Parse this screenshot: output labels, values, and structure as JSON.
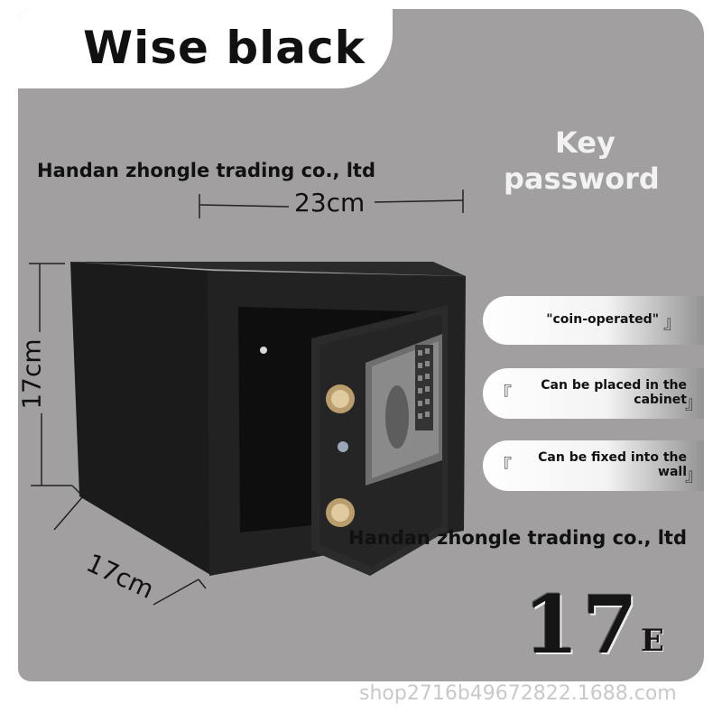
{
  "title": "Wise black",
  "company_top": "Handan zhongle trading co., ltd",
  "company_bottom": "Handan zhongle trading co., ltd",
  "key_password": {
    "line1": "Key",
    "line2": "password"
  },
  "features": [
    {
      "text": "\"coin-operated\"",
      "close_quote": "』"
    },
    {
      "open_quote": "『",
      "line1": "Can be placed in the",
      "line2": "cabinet",
      "close_quote": "』"
    },
    {
      "open_quote": "『",
      "line1": "Can be fixed into the",
      "line2": "wall",
      "close_quote": "』"
    }
  ],
  "dimensions": {
    "width": "23cm",
    "height": "17cm",
    "depth": "17cm"
  },
  "model": {
    "number": "17",
    "suffix": "E"
  },
  "watermark": "shop2716b49672822.1688.com",
  "colors": {
    "background": "#a19f9f",
    "safe_body": "#1f1f1f",
    "title_text": "#111111"
  }
}
